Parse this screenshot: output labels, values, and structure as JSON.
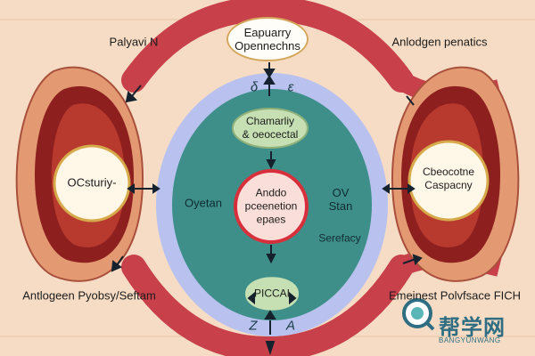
{
  "top_box": {
    "line1": "Eapuarry",
    "line2": "Opennechns"
  },
  "top_left_label": "Palyavi N",
  "top_right_label": "Anlodgen penatics",
  "inner_top_symbols": {
    "left": "δ",
    "right": "ε"
  },
  "green_box": {
    "line1": "Chamarliy",
    "line2": "& oeocectal"
  },
  "left_circle_label": "OCsturiy-",
  "right_circle": {
    "line1": "Cbeocotne",
    "line2": "Caspacny"
  },
  "core_circle": {
    "line1": "Anddo",
    "line2": "pceenetion",
    "line3": "epaes"
  },
  "left_inner_label": "Oyetan",
  "right_inner": {
    "line1": "OV",
    "line2": "Stan"
  },
  "right_inner_lower": "Serefacy",
  "bottom_node_label": "PICCAI",
  "bottom_symbols": {
    "left": "Z",
    "right": "A"
  },
  "bottom_left_label": "Antlogeen Pyobsy/Seftam",
  "bottom_right_label": "Emeinest Polvfsace FICH",
  "watermark": {
    "main": "帮学网",
    "sub": "BANGYUNWANG"
  },
  "colors": {
    "background": "#f6dcc4",
    "red_band": "#c8404a",
    "ring_blue": "#b9c2ef",
    "teal": "#3e8f8a",
    "core_red": "#d8303a",
    "green_box": "#c6e0b4"
  }
}
